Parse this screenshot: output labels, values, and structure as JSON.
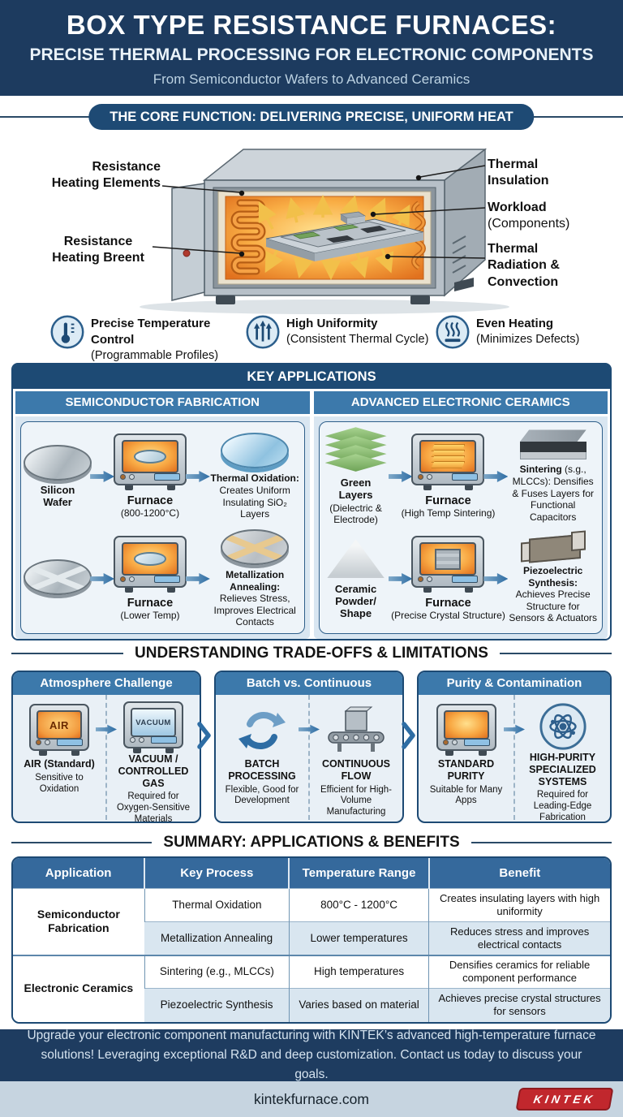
{
  "header": {
    "title": "BOX TYPE RESISTANCE FURNACES:",
    "subtitle": "PRECISE THERMAL PROCESSING FOR ELECTRONIC COMPONENTS",
    "tagline": "From Semiconductor Wafers to Advanced Ceramics"
  },
  "core": {
    "banner": "THE CORE FUNCTION: DELIVERING PRECISE, UNIFORM HEAT",
    "labels": {
      "heating_elements": "Resistance Heating Elements",
      "heating_breent": "Resistance Heating Breent",
      "insulation": "Thermal Insulation",
      "workload_title": "Workload",
      "workload_sub": "(Components)",
      "radiation": "Thermal Radiation & Convection"
    },
    "features": [
      {
        "icon": "thermometer-icon",
        "title": "Precise Temperature Control",
        "subtitle": "(Programmable Profiles)"
      },
      {
        "icon": "uniformity-arrows-icon",
        "title": "High Uniformity",
        "subtitle": "(Consistent Thermal Cycle)"
      },
      {
        "icon": "heat-waves-icon",
        "title": "Even Heating",
        "subtitle": "(Minimizes Defects)"
      }
    ]
  },
  "applications": {
    "title": "KEY APPLICATIONS",
    "columns": [
      {
        "title": "SEMICONDUCTOR FABRICATION",
        "rows": [
          {
            "input_label": "Silicon Wafer",
            "input_sub": "",
            "furnace_label": "Furnace",
            "furnace_sub": "(800-1200°C)",
            "result_lead": "Thermal Oxidation:",
            "result_rest": "Creates Uniform Insulating SiO₂ Layers"
          },
          {
            "input_label": "",
            "input_sub": "",
            "furnace_label": "Furnace",
            "furnace_sub": "(Lower Temp)",
            "result_lead": "Metallization Annealing:",
            "result_rest": "Relieves Stress, Improves Electrical Contacts"
          }
        ]
      },
      {
        "title": "ADVANCED ELECTRONIC CERAMICS",
        "rows": [
          {
            "input_label": "Green Layers",
            "input_sub": "(Dielectric & Electrode)",
            "furnace_label": "Furnace",
            "furnace_sub": "(High Temp Sintering)",
            "result_lead": "Sintering",
            "result_rest": "(s.g., MLCCs): Densifies & Fuses Layers for Functional Capacitors"
          },
          {
            "input_label": "Ceramic Powder/ Shape",
            "input_sub": "",
            "furnace_label": "Furnace",
            "furnace_sub": "(Precise Crystal Structure)",
            "result_lead": "Piezoelectric Synthesis:",
            "result_rest": "Achieves Precise Structure for Sensors & Actuators"
          }
        ]
      }
    ]
  },
  "tradeoffs": {
    "title": "UNDERSTANDING TRADE-OFFS & LIMITATIONS",
    "panels": [
      {
        "title": "Atmosphere Challenge",
        "left": {
          "icon": "furnace-air-icon",
          "graphic_label": "AIR",
          "title": "AIR (Standard)",
          "desc": "Sensitive to Oxidation"
        },
        "right": {
          "icon": "furnace-vacuum-icon",
          "graphic_label": "VACUUM",
          "title": "VACUUM / CONTROLLED GAS",
          "desc": "Required for Oxygen-Sensitive Materials"
        }
      },
      {
        "title": "Batch vs. Continuous",
        "left": {
          "icon": "cycle-arrows-icon",
          "graphic_label": "",
          "title": "BATCH PROCESSING",
          "desc": "Flexible, Good for Development"
        },
        "right": {
          "icon": "conveyor-icon",
          "graphic_label": "",
          "title": "CONTINUOUS FLOW",
          "desc": "Efficient for High-Volume Manufacturing"
        }
      },
      {
        "title": "Purity & Contamination",
        "left": {
          "icon": "furnace-glow-icon",
          "graphic_label": "",
          "title": "STANDARD PURITY",
          "desc": "Suitable for Many Apps"
        },
        "right": {
          "icon": "atom-icon",
          "graphic_label": "",
          "title": "HIGH-PURITY SPECIALIZED SYSTEMS",
          "desc": "Required for Leading-Edge Fabrication"
        }
      }
    ]
  },
  "summary": {
    "title": "SUMMARY: APPLICATIONS & BENEFITS",
    "headers": [
      "Application",
      "Key Process",
      "Temperature Range",
      "Benefit"
    ],
    "rows": [
      {
        "application": "Semiconductor Fabrication",
        "process": "Thermal Oxidation",
        "range": "800°C - 1200°C",
        "benefit": "Creates insulating layers with high uniformity"
      },
      {
        "application": "",
        "process": "Metallization Annealing",
        "range": "Lower temperatures",
        "benefit": "Reduces stress and improves electrical contacts"
      },
      {
        "application": "Electronic Ceramics",
        "process": "Sintering (e.g., MLCCs)",
        "range": "High temperatures",
        "benefit": "Densifies ceramics for reliable component performance"
      },
      {
        "application": "",
        "process": "Piezoelectric Synthesis",
        "range": "Varies based on material",
        "benefit": "Achieves precise crystal structures for sensors"
      }
    ]
  },
  "footer": {
    "cta": "Upgrade your electronic component manufacturing with KINTEK’s advanced high-temperature furnace solutions! Leveraging exceptional R&D and deep customization. Contact us today to discuss your goals.",
    "website": "kintekfurnace.com",
    "logo": "KINTEK"
  }
}
